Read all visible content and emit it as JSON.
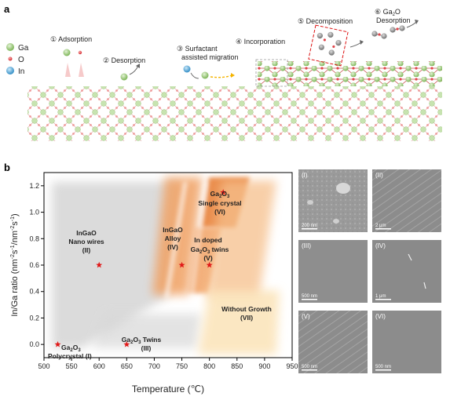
{
  "panel_a": {
    "letter": "a",
    "legend": [
      {
        "label": "Ga",
        "color": "#9ccc7a"
      },
      {
        "label": "O",
        "color": "#e0454a"
      },
      {
        "label": "In",
        "color": "#4fa7d8"
      }
    ],
    "steps": {
      "s1": "① Adsorption",
      "s2": "② Desorption",
      "s3a": "③ Surfactant",
      "s3b": "assisted migration",
      "s4": "④ Incorporation",
      "s5": "⑤ Decomposition",
      "s6a": "⑥ Ga",
      "s6sub": "2",
      "s6b": "O",
      "s6c": "Desorption"
    }
  },
  "panel_b": {
    "letter": "b",
    "chart_data": {
      "type": "scatter",
      "xlabel": "Temperature (℃)",
      "ylabel_main": "In/Ga ratio (nm",
      "ylabel_units": "s",
      "ylabel_tail": "/nm",
      "ylabel_tail2": "s",
      "ylabel_close": ")",
      "ylabel_exp": "-2",
      "ylabel_exp2": "-1",
      "xlim": [
        500,
        950
      ],
      "ylim": [
        -0.1,
        1.3
      ],
      "xticks": [
        "500",
        "550",
        "600",
        "650",
        "700",
        "750",
        "800",
        "850",
        "900",
        "950"
      ],
      "yticks": [
        "0.0",
        "0.2",
        "0.4",
        "0.6",
        "0.8",
        "1.0",
        "1.2"
      ],
      "points": [
        {
          "x": 525,
          "y": 0.0
        },
        {
          "x": 600,
          "y": 0.6
        },
        {
          "x": 650,
          "y": 0.0
        },
        {
          "x": 750,
          "y": 0.6
        },
        {
          "x": 800,
          "y": 0.6
        },
        {
          "x": 825,
          "y": 1.15
        }
      ],
      "regions": {
        "poly": {
          "l1a": "Ga",
          "l1sub": "2",
          "l1b": "O",
          "l1c": "3",
          "l2": "Polycrystal (I)"
        },
        "nano": {
          "l1": "InGaO",
          "l2": "Nano wires",
          "l3": "(II)"
        },
        "twins": {
          "l1a": "Ga",
          "l1sub": "2",
          "l1b": "O",
          "l1c": "3",
          "l1d": " Twins",
          "l2": "(III)"
        },
        "alloy": {
          "l1": "InGaO",
          "l2": "Alloy",
          "l3": "(IV)"
        },
        "indoped": {
          "l1": "In doped",
          "l2a": "Ga",
          "l2sub": "2",
          "l2b": "O",
          "l2c": "3",
          "l2d": " twins",
          "l3": "(V)"
        },
        "single": {
          "l1a": "Ga",
          "l1sub": "2",
          "l1b": "O",
          "l1c": "3",
          "l2": "Single crystal",
          "l3": "(VI)"
        },
        "without": {
          "l1": "Without Growth",
          "l2": "(VII)"
        }
      }
    },
    "sem": [
      {
        "label": "(I)",
        "scale": "200 nm"
      },
      {
        "label": "(II)",
        "scale": "2 μm"
      },
      {
        "label": "(III)",
        "scale": "500 nm"
      },
      {
        "label": "(IV)",
        "scale": "1 μm"
      },
      {
        "label": "(V)",
        "scale": "500 nm"
      },
      {
        "label": "(VI)",
        "scale": "500 nm"
      }
    ]
  }
}
